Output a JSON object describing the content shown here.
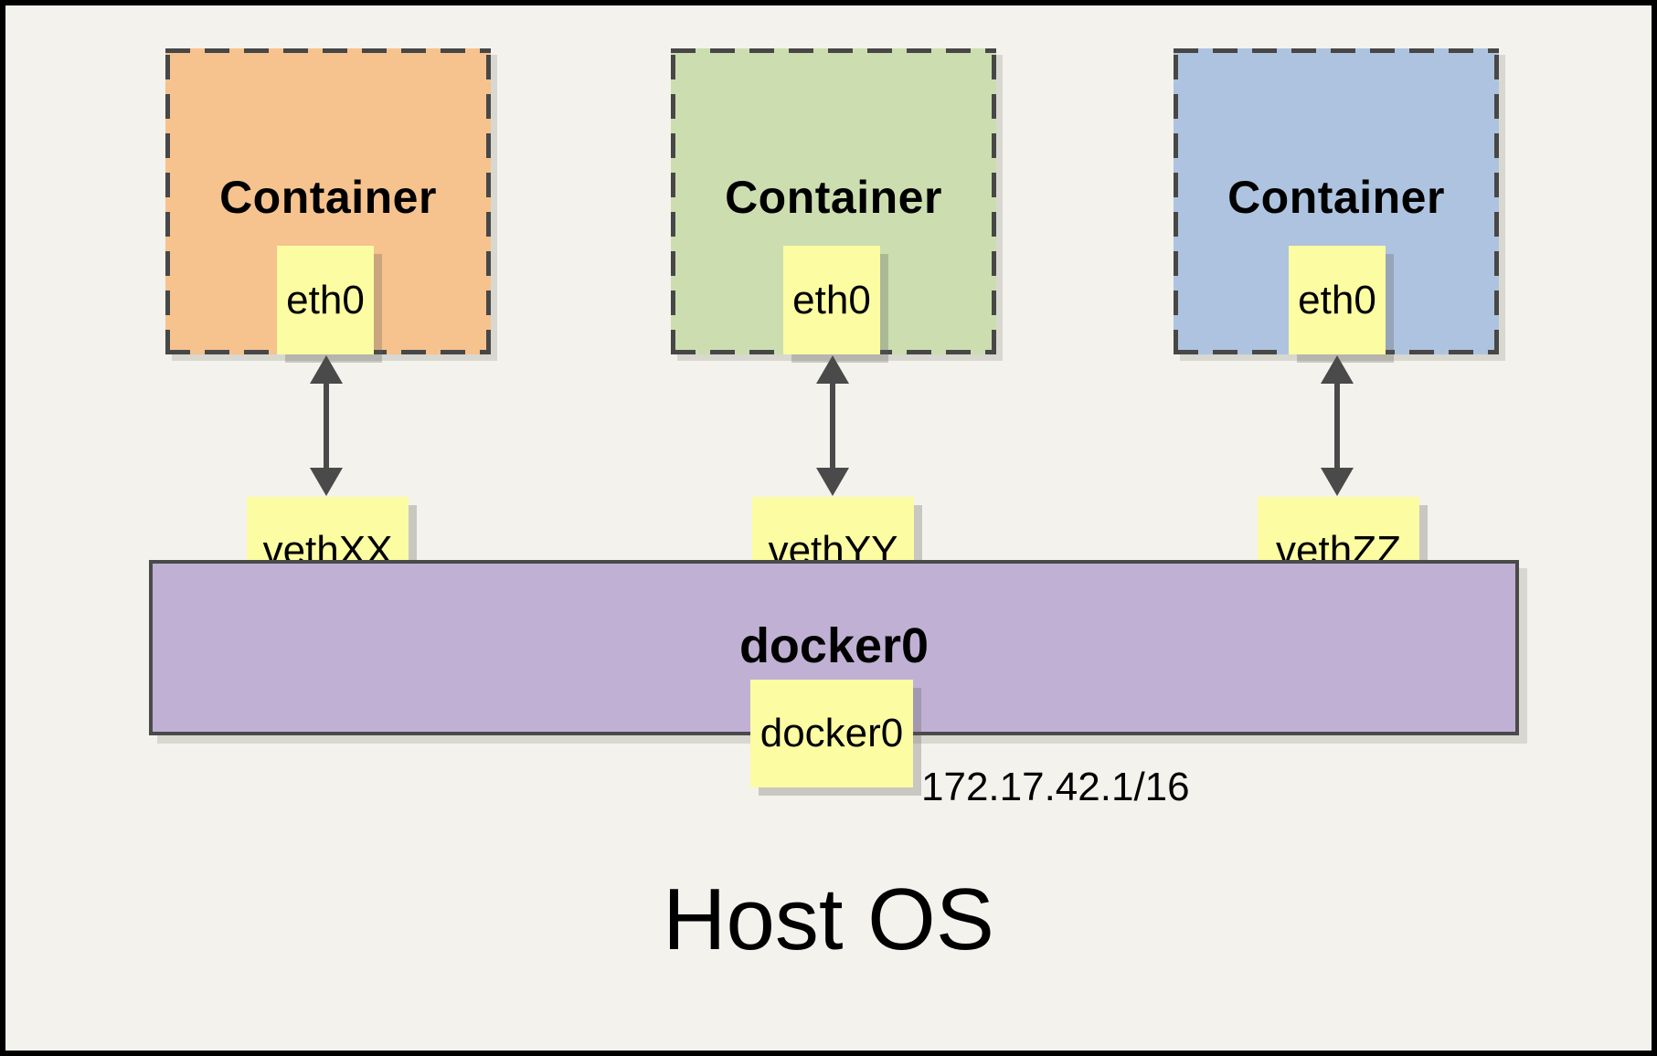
{
  "diagram": {
    "containers": [
      {
        "label": "Container",
        "interface_label": "eth0",
        "veth_label": "vethXX",
        "fill": "#F6C28E"
      },
      {
        "label": "Container",
        "interface_label": "eth0",
        "veth_label": "vethYY",
        "fill": "#CCDEAF"
      },
      {
        "label": "Container",
        "interface_label": "eth0",
        "veth_label": "vethZZ",
        "fill": "#AEC3DF"
      }
    ],
    "bridge": {
      "title": "docker0",
      "interface_label": "docker0",
      "ip_address": "172.17.42.1/16",
      "fill": "#C0B1D4"
    },
    "host_label": "Host OS",
    "colors": {
      "background": "#F4F2EC",
      "note_fill": "#FCFCA2",
      "line": "#4A4A4A",
      "outer_border": "#000000"
    }
  }
}
